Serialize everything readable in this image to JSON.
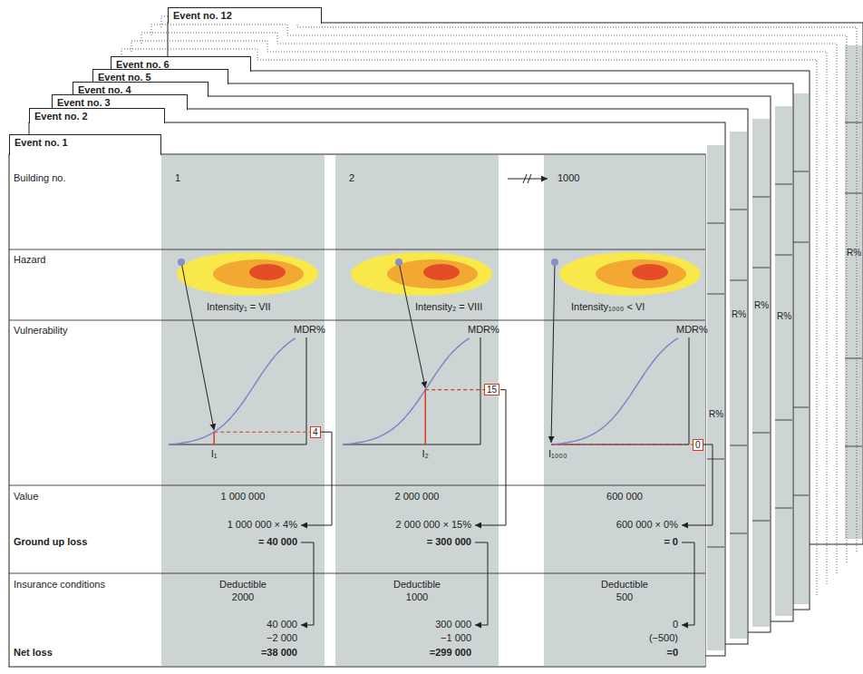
{
  "diagram": {
    "nodes": [
      {
        "text": [
          "Event no. 12"
        ]
      },
      {
        "text": [
          "Event no. 6"
        ]
      },
      {
        "text": [
          "Event no. 5"
        ]
      },
      {
        "text": [
          "Event no. 4"
        ]
      },
      {
        "text": [
          "Event no. 3"
        ]
      },
      {
        "text": [
          "Event no. 2"
        ]
      },
      {
        "text": [
          "Event no. 1"
        ]
      },
      {
        "text": [
          "4"
        ]
      },
      {
        "text": [
          "15"
        ]
      },
      {
        "text": [
          "0"
        ]
      }
    ],
    "labels": [
      "Building no.",
      "Hazard",
      "Vulnerability",
      "Value",
      "Ground up loss",
      "Insurance conditions",
      "Net loss",
      "1",
      "2",
      "1000",
      "Intensity₁ = VII",
      "Intensity₂ = VIII",
      "Intensity₁₀₀₀ < VI",
      "MDR%",
      "MDR%",
      "MDR%",
      "I₁",
      "I₂",
      "I₁₀₀₀",
      "1 000 000",
      "2 000 000",
      "600 000",
      "1 000 000 × 4%",
      "2 000 000 × 15%",
      "600 000 × 0%",
      "= 40 000",
      "= 300 000",
      "= 0",
      "Deductible",
      "Deductible",
      "Deductible",
      "2000",
      "1000",
      "500",
      "40 000",
      "300 000",
      "0",
      "−2 000",
      "−1 000",
      "(−500)",
      "=38 000",
      "=299 000",
      "=0",
      "R%",
      "R%",
      "R%",
      "R%",
      "R%"
    ]
  }
}
